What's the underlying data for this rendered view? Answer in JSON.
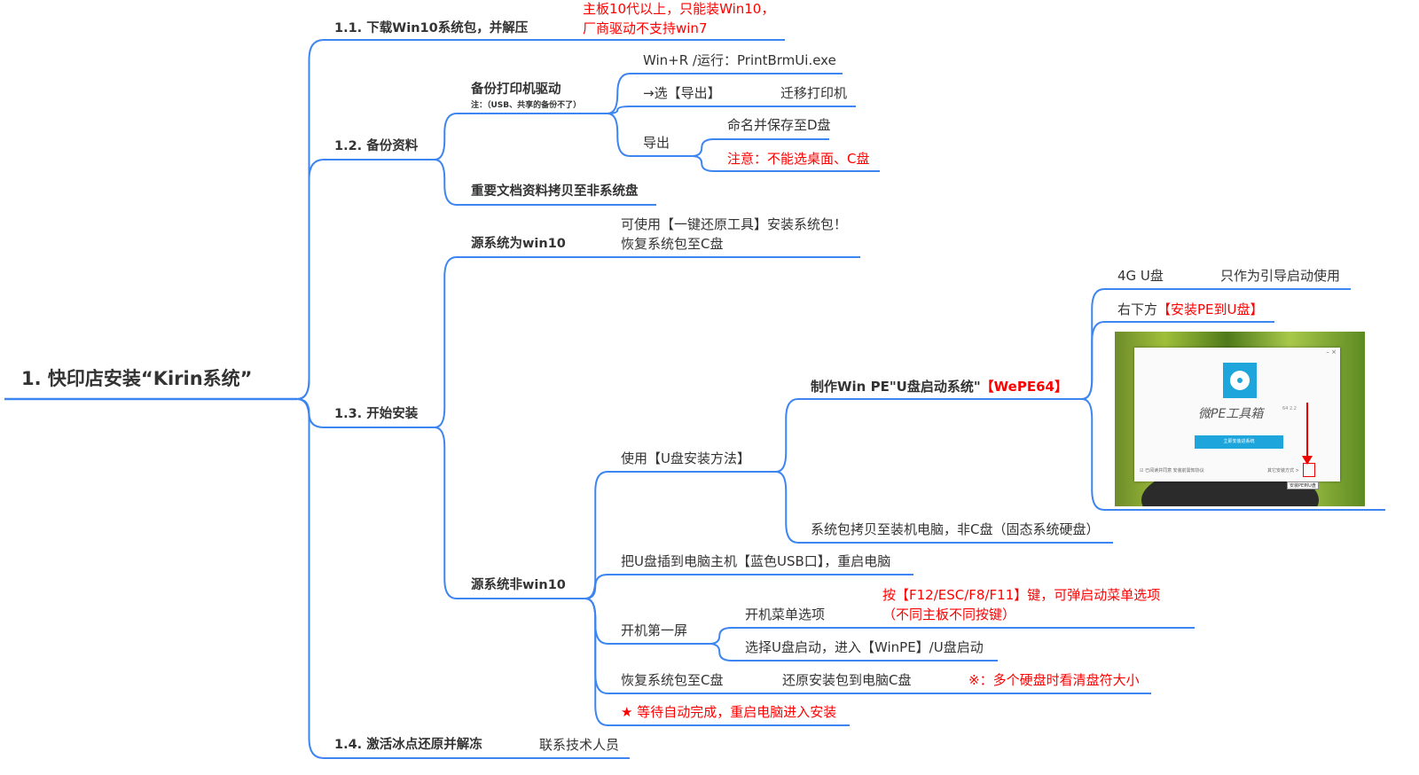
{
  "root": {
    "label": "1. 快印店安装“Kirin系统”"
  },
  "n1_1": {
    "label": "1.1. 下载Win10系统包，并解压",
    "note_line1": "主板10代以上，只能装Win10，",
    "note_line2": "厂商驱动不支持win7"
  },
  "n1_2": {
    "label": "1.2. 备份资料",
    "printer": {
      "label": "备份打印机驱动",
      "note": "注：（USB、共享的备份不了）",
      "run": "Win+R /运行：PrintBrmUi.exe",
      "select": "→选【导出】",
      "migrate": "迁移打印机",
      "export": "导出",
      "save": "命名并保存至D盘",
      "warning": "注意：不能选桌面、C盘"
    },
    "docs": "重要文档资料拷贝至非系统盘"
  },
  "n1_3": {
    "label": "1.3. 开始安装",
    "win10": {
      "label": "源系统为win10",
      "line1": "可使用【一键还原工具】安装系统包！",
      "line2": "恢复系统包至C盘"
    },
    "nonwin10": {
      "label": "源系统非win10",
      "usb_method": "使用【U盘安装方法】",
      "make_pe": "制作Win PE\"U盘启动系统\"",
      "make_pe_red": "【WePE64】",
      "usb4g": "4G U盘",
      "usb4g_note": "只作为引导启动使用",
      "bottom_right": "右下方",
      "bottom_right_red": "【安装PE到U盘】",
      "copy_pkg": "系统包拷贝至装机电脑，非C盘（固态系统硬盘）",
      "plug_usb": "把U盘插到电脑主机【蓝色USB口】，重启电脑",
      "first_screen": "开机第一屏",
      "boot_menu": "开机菜单选项",
      "boot_keys_line1": "按【F12/ESC/F8/F11】键，可弹启动菜单选项",
      "boot_keys_line2": "（不同主板不同按键）",
      "select_usb": "选择U盘启动，进入【WinPE】/U盘启动",
      "restore": "恢复系统包至C盘",
      "restore_detail": "还原安装包到电脑C盘",
      "restore_note": "※：多个硬盘时看清盘符大小",
      "wait": "★ 等待自动完成，重启电脑进入安装"
    }
  },
  "n1_4": {
    "label": "1.4. 激活冰点还原并解冻",
    "contact": "联系技术人员"
  },
  "pe_screenshot": {
    "title": "微PE工具箱",
    "version": "64 2.2",
    "install_button": "立即安装进系统",
    "agree": "☑ 已阅读并同意 安装前需知协议",
    "other": "其它安装方式 >",
    "tooltip": "安装PE到U盘",
    "window_controls": "–  ×"
  },
  "colors": {
    "line": "#3d85f0",
    "red": "#ff0000",
    "text": "#333333"
  }
}
